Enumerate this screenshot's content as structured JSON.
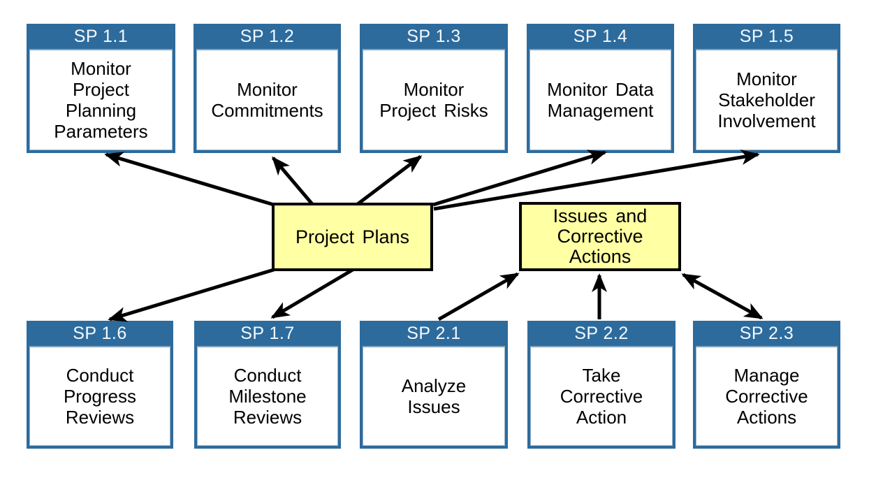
{
  "diagram": {
    "description": "Process diagram of specific practices linked to work products",
    "background": "#ffffff"
  },
  "colors": {
    "box_header_blue": "#2d6b9d",
    "box_body_white": "#ffffff",
    "box_inner_line": "#7fa3bd",
    "header_text": "#f4f8fb",
    "body_text": "#000000",
    "note_yellow": "#ffffa3",
    "note_border": "#000000",
    "arrow_black": "#000000"
  },
  "boxes": [
    {
      "code": "SP 1.1",
      "label": "Monitor\nProject\nPlanning\nParameters"
    },
    {
      "code": "SP 1.2",
      "label": "Monitor\nCommitments"
    },
    {
      "code": "SP 1.3",
      "label": "Monitor\nProject Risks"
    },
    {
      "code": "SP 1.4",
      "label": "Monitor Data\nManagement"
    },
    {
      "code": "SP 1.5",
      "label": "Monitor\nStakeholder\nInvolvement"
    },
    {
      "code": "SP 1.6",
      "label": "Conduct\nProgress\nReviews"
    },
    {
      "code": "SP 1.7",
      "label": "Conduct\nMilestone\nReviews"
    },
    {
      "code": "SP 2.1",
      "label": "Analyze\nIssues"
    },
    {
      "code": "SP 2.2",
      "label": "Take\nCorrective\nAction"
    },
    {
      "code": "SP 2.3",
      "label": "Manage\nCorrective\nActions"
    }
  ],
  "notes": {
    "project_plans": {
      "label": "Project Plans"
    },
    "issues": {
      "label": "Issues and\nCorrective\nActions"
    }
  },
  "arrows": [
    {
      "from": "project-plans",
      "to": "sp-1-1",
      "bidirectional": false
    },
    {
      "from": "project-plans",
      "to": "sp-1-2",
      "bidirectional": false
    },
    {
      "from": "project-plans",
      "to": "sp-1-3",
      "bidirectional": false
    },
    {
      "from": "project-plans",
      "to": "sp-1-4",
      "bidirectional": false
    },
    {
      "from": "project-plans",
      "to": "sp-1-5",
      "bidirectional": false
    },
    {
      "from": "project-plans",
      "to": "sp-1-6",
      "bidirectional": false
    },
    {
      "from": "project-plans",
      "to": "sp-1-7",
      "bidirectional": false
    },
    {
      "from": "sp-2-1",
      "to": "issues-and-corrective-actions",
      "bidirectional": false
    },
    {
      "from": "sp-2-2",
      "to": "issues-and-corrective-actions",
      "bidirectional": false
    },
    {
      "from": "sp-2-3",
      "to": "issues-and-corrective-actions",
      "bidirectional": true
    }
  ]
}
